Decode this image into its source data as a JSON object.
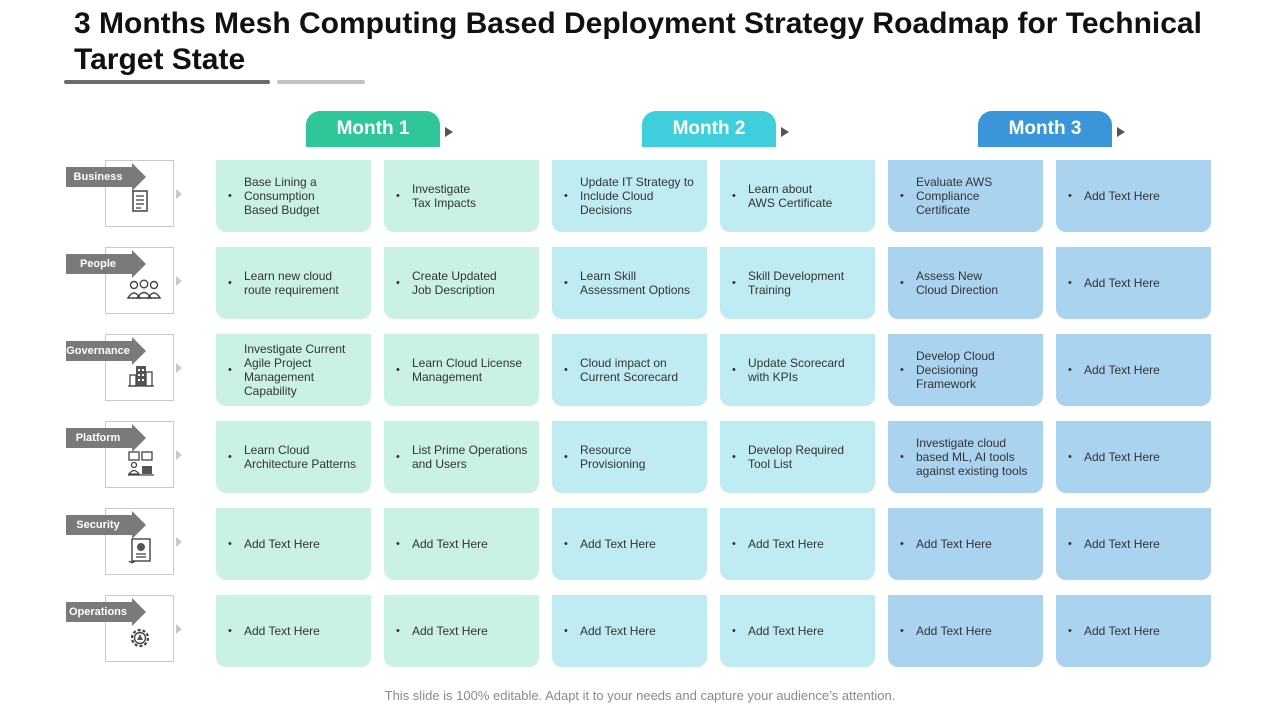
{
  "title": "3 Months Mesh Computing Based Deployment Strategy Roadmap for Technical Target State",
  "colors": {
    "month1": "#2fc79a",
    "month2": "#3fcfdc",
    "month3": "#3a96d8"
  },
  "months": [
    {
      "label": "Month 1"
    },
    {
      "label": "Month 2"
    },
    {
      "label": "Month 3"
    }
  ],
  "rows": [
    {
      "label": "Business",
      "icon": "document-icon",
      "cells": [
        "Base Lining a\nConsumption\nBased Budget",
        "Investigate\nTax Impacts",
        "Update IT Strategy to\nInclude Cloud\nDecisions",
        "Learn about\nAWS Certificate",
        "Evaluate AWS\nCompliance\nCertificate",
        "Add Text Here"
      ]
    },
    {
      "label": "People",
      "icon": "people-icon",
      "cells": [
        "Learn new cloud\nroute requirement",
        "Create Updated\nJob Description",
        "Learn Skill\nAssessment Options",
        "Skill Development\nTraining",
        "Assess New\nCloud Direction",
        "Add Text Here"
      ]
    },
    {
      "label": "Governance",
      "icon": "building-icon",
      "cells": [
        "Investigate Current\nAgile Project\nManagement\nCapability",
        "Learn Cloud License\nManagement",
        "Cloud impact on\nCurrent Scorecard",
        "Update Scorecard\nwith KPIs",
        "Develop Cloud\nDecisioning\nFramework",
        "Add Text Here"
      ]
    },
    {
      "label": "Platform",
      "icon": "workstation-icon",
      "cells": [
        "Learn Cloud\nArchitecture Patterns",
        "List Prime Operations\nand Users",
        "Resource\nProvisioning",
        "Develop Required\nTool List",
        "Investigate cloud\nbased ML, AI tools\nagainst existing tools",
        "Add Text Here"
      ]
    },
    {
      "label": "Security",
      "icon": "certificate-icon",
      "cells": [
        "Add Text Here",
        "Add Text Here",
        "Add Text Here",
        "Add Text Here",
        "Add Text Here",
        "Add Text Here"
      ]
    },
    {
      "label": "Operations",
      "icon": "gear-icon",
      "cells": [
        "Add Text Here",
        "Add Text Here",
        "Add Text Here",
        "Add Text Here",
        "Add Text Here",
        "Add Text Here"
      ]
    }
  ],
  "footer": "This slide is 100% editable. Adapt it to your needs and capture your audience’s attention."
}
